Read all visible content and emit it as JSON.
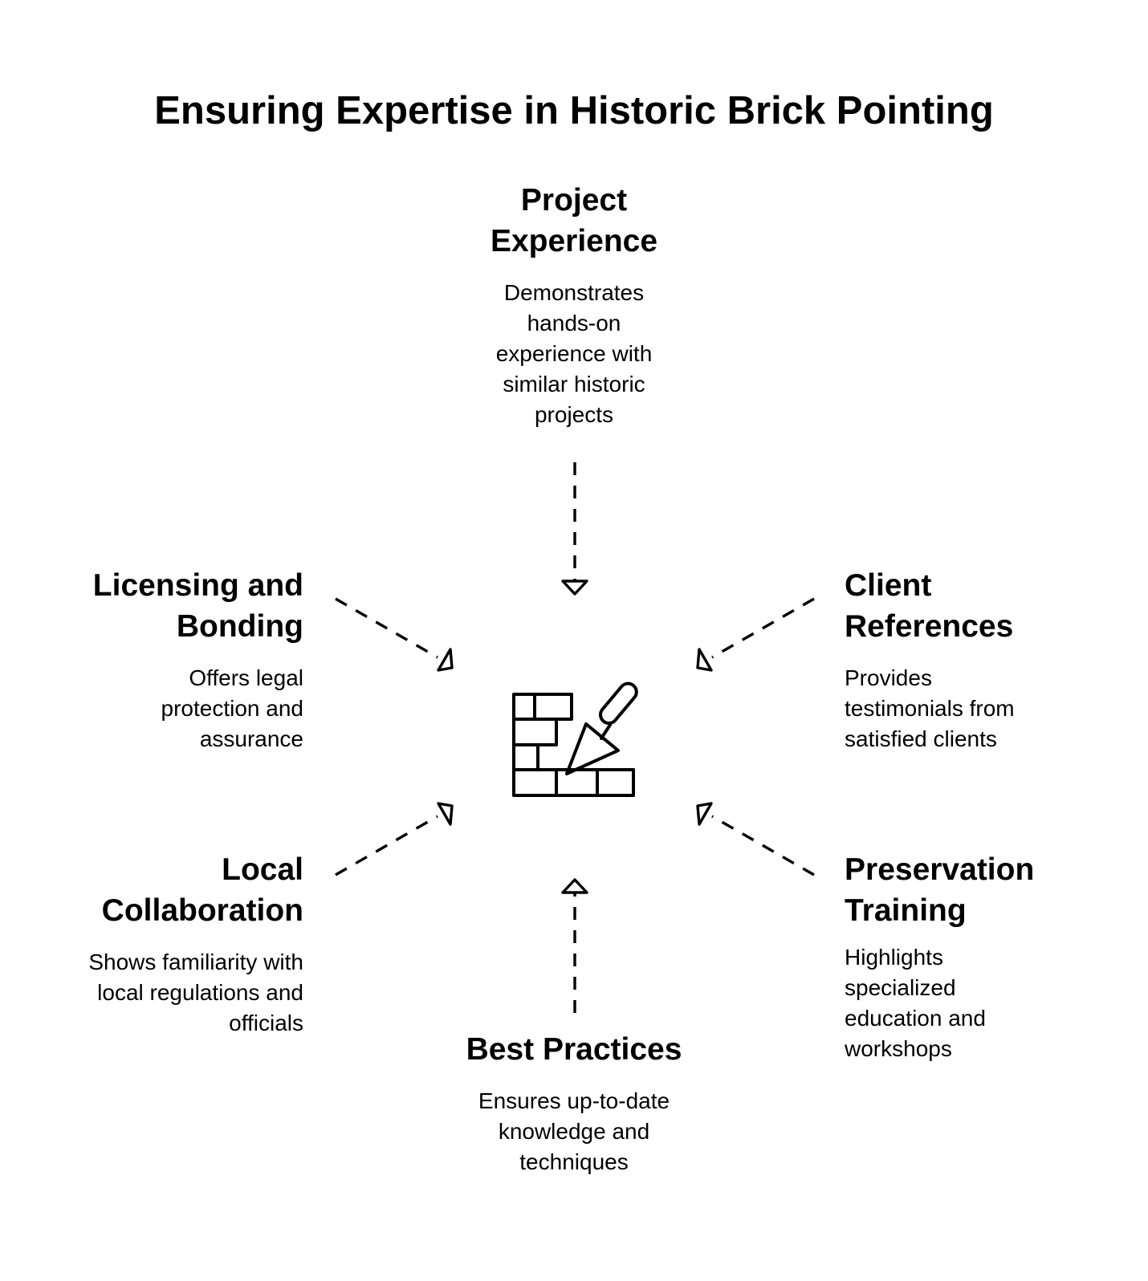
{
  "title": "Ensuring Expertise in Historic Brick Pointing",
  "center": {
    "icon": "brick-wall-trowel-icon"
  },
  "nodes": {
    "project": {
      "heading": "Project\nExperience",
      "description": "Demonstrates\nhands-on\nexperience with\nsimilar historic\nprojects"
    },
    "licensing": {
      "heading": "Licensing and\nBonding",
      "description": "Offers legal\nprotection and\nassurance"
    },
    "client": {
      "heading": "Client\nReferences",
      "description": "Provides\ntestimonials from\nsatisfied clients"
    },
    "local": {
      "heading": "Local\nCollaboration",
      "description": "Shows familiarity with\nlocal regulations and\nofficials"
    },
    "preservation": {
      "heading": "Preservation\nTraining",
      "description": "Highlights\nspecialized\neducation and\nworkshops"
    },
    "best": {
      "heading": "Best Practices",
      "description": "Ensures up-to-date\nknowledge and\ntechniques"
    }
  }
}
